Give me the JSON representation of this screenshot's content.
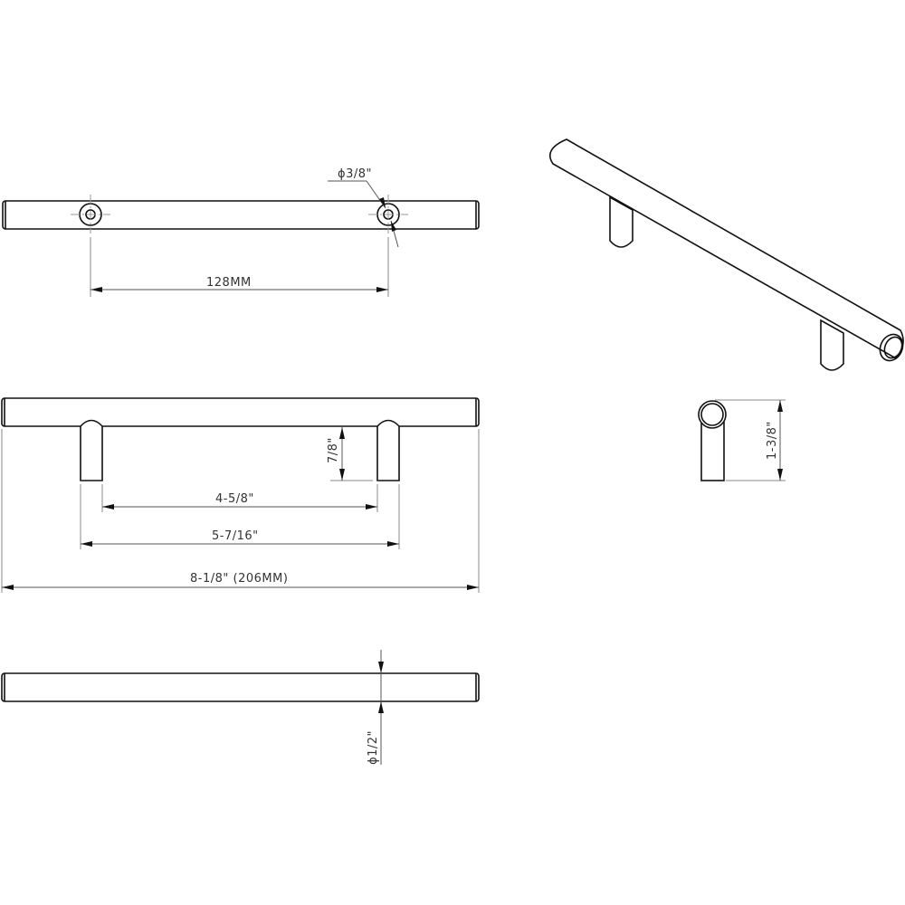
{
  "drawing": {
    "subject": "T-bar cabinet pull",
    "views": {
      "top_view": {
        "hole_center_spacing": "128MM",
        "hole_diameter": "ϕ3/8\""
      },
      "front_view": {
        "post_height": "7/8\"",
        "inner_post_spacing": "4-5/8\"",
        "outer_post_spacing": "5-7/16\"",
        "overall_length": "8-1/8\" (206MM)"
      },
      "bottom_view": {
        "bar_diameter": "ϕ1/2\""
      },
      "side_view": {
        "projection": "1-3/8\""
      },
      "isometric_view": {
        "label": ""
      }
    },
    "colors": {
      "line": "#111111",
      "dimension": "#555555",
      "background": "#ffffff"
    }
  }
}
